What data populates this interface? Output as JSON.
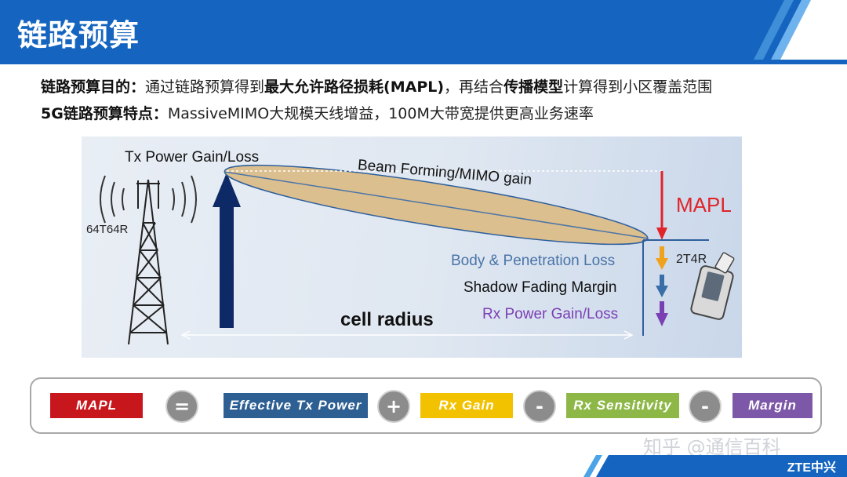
{
  "header": {
    "title": "链路预算"
  },
  "intro": {
    "line1": {
      "label": "链路预算目的：",
      "text1": "通过链路预算得到",
      "bold1": "最大允许路径损耗(MAPL)",
      "text2": "，再结合",
      "bold2": "传播模型",
      "text3": "计算得到小区覆盖范围"
    },
    "line2": {
      "label": "5G链路预算特点：",
      "text": "MassiveMIMO大规模天线增益，100M大带宽提供更高业务速率"
    }
  },
  "diagram": {
    "tx_label": "Tx Power Gain/Loss",
    "antenna_label": "64T64R",
    "beam_label": "Beam Forming/MIMO gain",
    "mapl_label": "MAPL",
    "body_loss_label": "Body & Penetration Loss",
    "shadow_label": "Shadow Fading Margin",
    "rx_label": "Rx Power Gain/Loss",
    "ue_label": "2T4R",
    "cell_radius_label": "cell radius"
  },
  "formula": {
    "terms": [
      {
        "label": "MAPL",
        "color": "#c8161d"
      },
      {
        "label": "Effective Tx Power",
        "color": "#2d5f93"
      },
      {
        "label": "Rx Gain",
        "color": "#f2c200"
      },
      {
        "label": "Rx Sensitivity",
        "color": "#8db847"
      },
      {
        "label": "Margin",
        "color": "#7d57a8"
      }
    ],
    "operators": [
      "=",
      "+",
      "-",
      "-"
    ]
  },
  "watermark": "知乎 @通信百科",
  "footer": {
    "logo": "ZTE中兴"
  },
  "colors": {
    "header_blue": "#1565c0",
    "header_light": "#4da3e8",
    "arrow_navy": "#0e2a66",
    "beam_fill": "#dcbf8e",
    "beam_stroke": "#2e5f9c"
  }
}
